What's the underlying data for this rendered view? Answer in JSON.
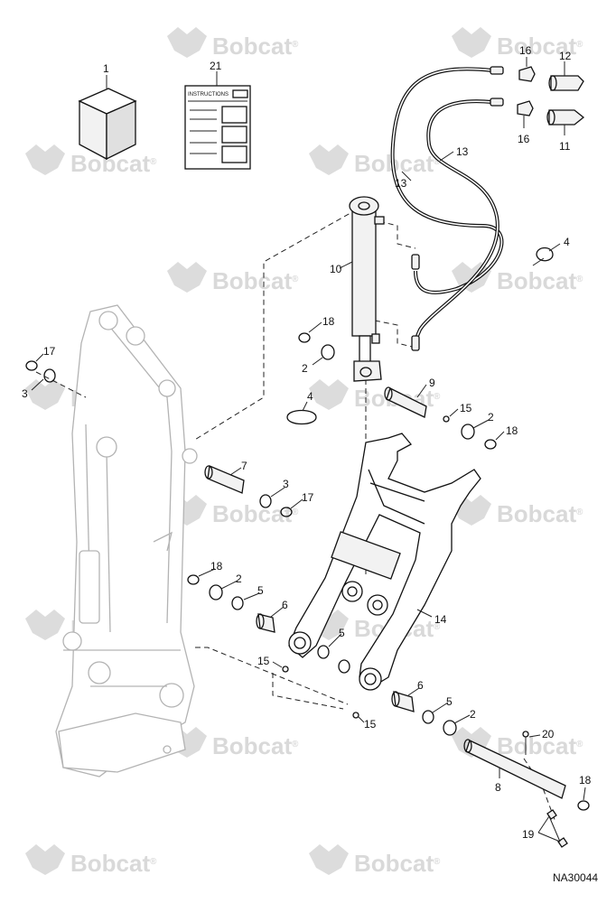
{
  "brand": {
    "watermark_text": "Bobcat",
    "watermark_registered": "®"
  },
  "reference_code": "NA30044",
  "instructions_label": "INSTRUCTIONS",
  "callouts": {
    "p1": "1",
    "p21": "21",
    "p16a": "16",
    "p12": "12",
    "p16b": "16",
    "p11": "11",
    "p13a": "13",
    "p13b": "13",
    "p4a": "4",
    "p10": "10",
    "p18a": "18",
    "p2a": "2",
    "p9": "9",
    "p4b": "4",
    "p15a": "15",
    "p2b": "2",
    "p18b": "18",
    "p17a": "17",
    "p3a": "3",
    "p7": "7",
    "p3b": "3",
    "p17b": "17",
    "p18c": "18",
    "p2c": "2",
    "p5a": "5",
    "p6a": "6",
    "p14": "14",
    "p5b": "5",
    "p15b": "15",
    "p6b": "6",
    "p5c": "5",
    "p2d": "2",
    "p15c": "15",
    "p20": "20",
    "p8": "8",
    "p18d": "18",
    "p19": "19"
  }
}
